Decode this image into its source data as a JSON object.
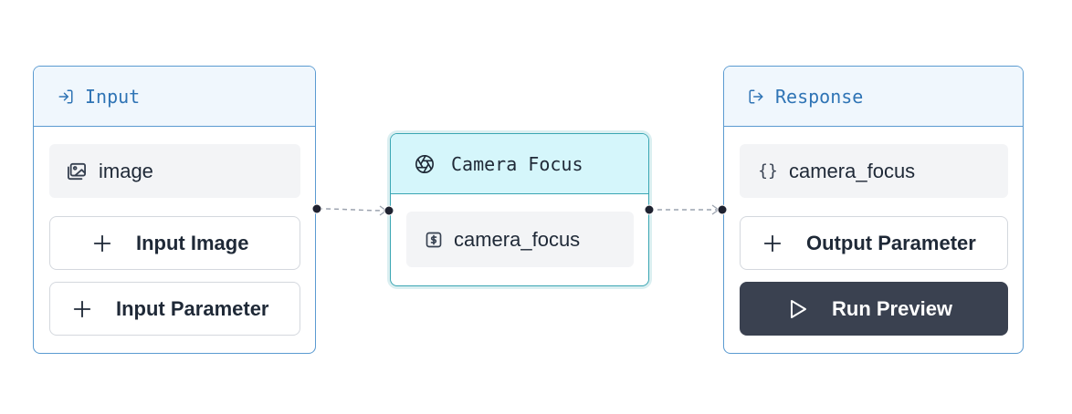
{
  "input_node": {
    "title": "Input",
    "icon": "sign-in-icon",
    "field_label": "image",
    "field_icon": "image-icon",
    "add_image_label": "Input Image",
    "add_param_label": "Input Parameter"
  },
  "camera_node": {
    "title": "Camera Focus",
    "icon": "aperture-icon",
    "field_label": "camera_focus",
    "field_icon": "dollar-box-icon"
  },
  "response_node": {
    "title": "Response",
    "icon": "sign-out-icon",
    "field_label": "camera_focus",
    "field_icon": "braces-icon",
    "add_output_label": "Output Parameter",
    "run_label": "Run Preview"
  },
  "colors": {
    "node_border": "#5b9bd1",
    "header_bg": "#f0f7fd",
    "title_text": "#2f74b5",
    "active_header_bg": "#d5f6fb",
    "active_border": "#3aa6b3",
    "run_button_bg": "#3a4150",
    "edge_color": "#9ca3af"
  }
}
